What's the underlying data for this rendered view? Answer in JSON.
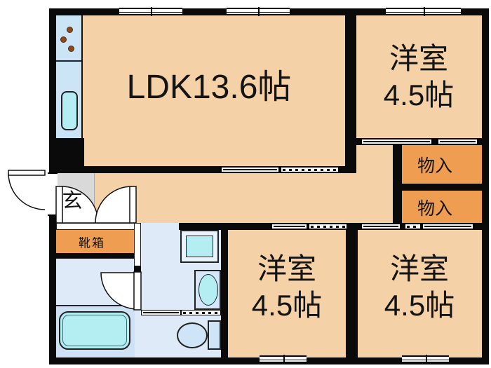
{
  "floorplan": {
    "rooms": {
      "ldk": {
        "label": "LDK13.6帖"
      },
      "bedroom_top_right": {
        "name": "洋室",
        "size": "4.5帖"
      },
      "bedroom_bottom_left": {
        "name": "洋室",
        "size": "4.5帖"
      },
      "bedroom_bottom_right": {
        "name": "洋室",
        "size": "4.5帖"
      },
      "closet_upper": {
        "label": "物入"
      },
      "closet_lower": {
        "label": "物入"
      },
      "entrance": {
        "label": "玄"
      },
      "shoe_cabinet": {
        "label": "靴箱"
      }
    },
    "colors": {
      "wall": "#0a0a0a",
      "room_floor": "#f5d1a8",
      "closet_floor": "#ef9d51",
      "entrance_floor": "#d9d9d9",
      "wet_area_floor": "#dfeaf8",
      "bath_floor": "#cfe1f5",
      "kitchen_counter": "#cbe4f6",
      "fixture_cyan": "#b4edf2",
      "burner_dot": "#8a4a1f"
    }
  }
}
